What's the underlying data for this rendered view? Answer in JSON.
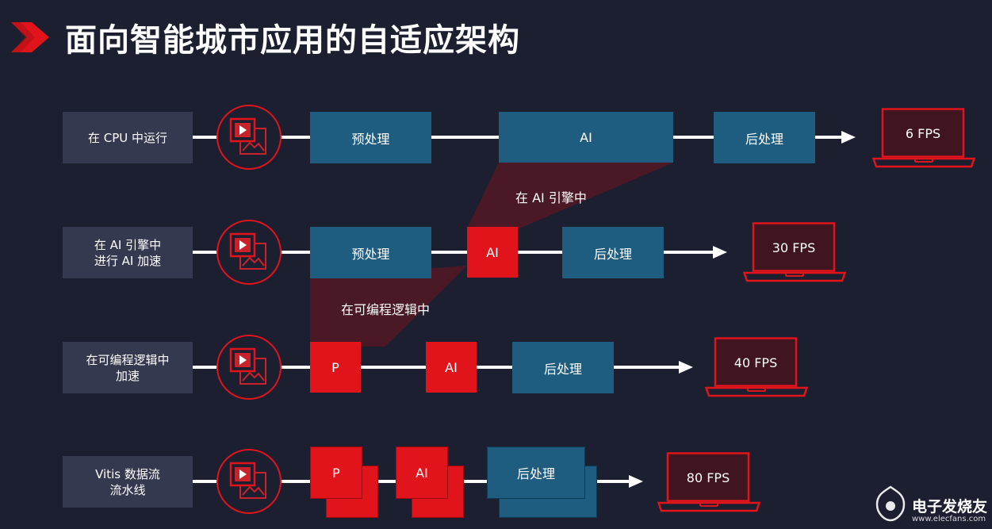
{
  "title": "面向智能城市应用的自适应架构",
  "colors": {
    "background": "#1c1f30",
    "label_box": "#353950",
    "blue_stage": "#1f5d80",
    "red_stage": "#e1141c",
    "accent": "#e1141c"
  },
  "rows": [
    {
      "label": "在 CPU 中运行",
      "stages": [
        "预处理",
        "AI",
        "后处理"
      ],
      "fps": "6 FPS"
    },
    {
      "label": "在 AI 引擎中\n进行 AI 加速",
      "stages": [
        "预处理",
        "AI",
        "后处理"
      ],
      "fps": "30 FPS"
    },
    {
      "label": "在可编程逻辑中\n加速",
      "stages": [
        "P",
        "AI",
        "后处理"
      ],
      "fps": "40 FPS"
    },
    {
      "label": "Vitis 数据流\n流水线",
      "stages": [
        "P",
        "AI",
        "后处理"
      ],
      "fps": "80 FPS"
    }
  ],
  "annotations": {
    "ai_engine": "在 AI 引擎中",
    "programmable_logic": "在可编程逻辑中"
  },
  "watermark": {
    "name": "电子发烧友",
    "url": "www.elecfans.com"
  },
  "icons": {
    "camera": "video-image-icon",
    "output": "laptop-icon",
    "logo": "chevron-logo-icon"
  }
}
